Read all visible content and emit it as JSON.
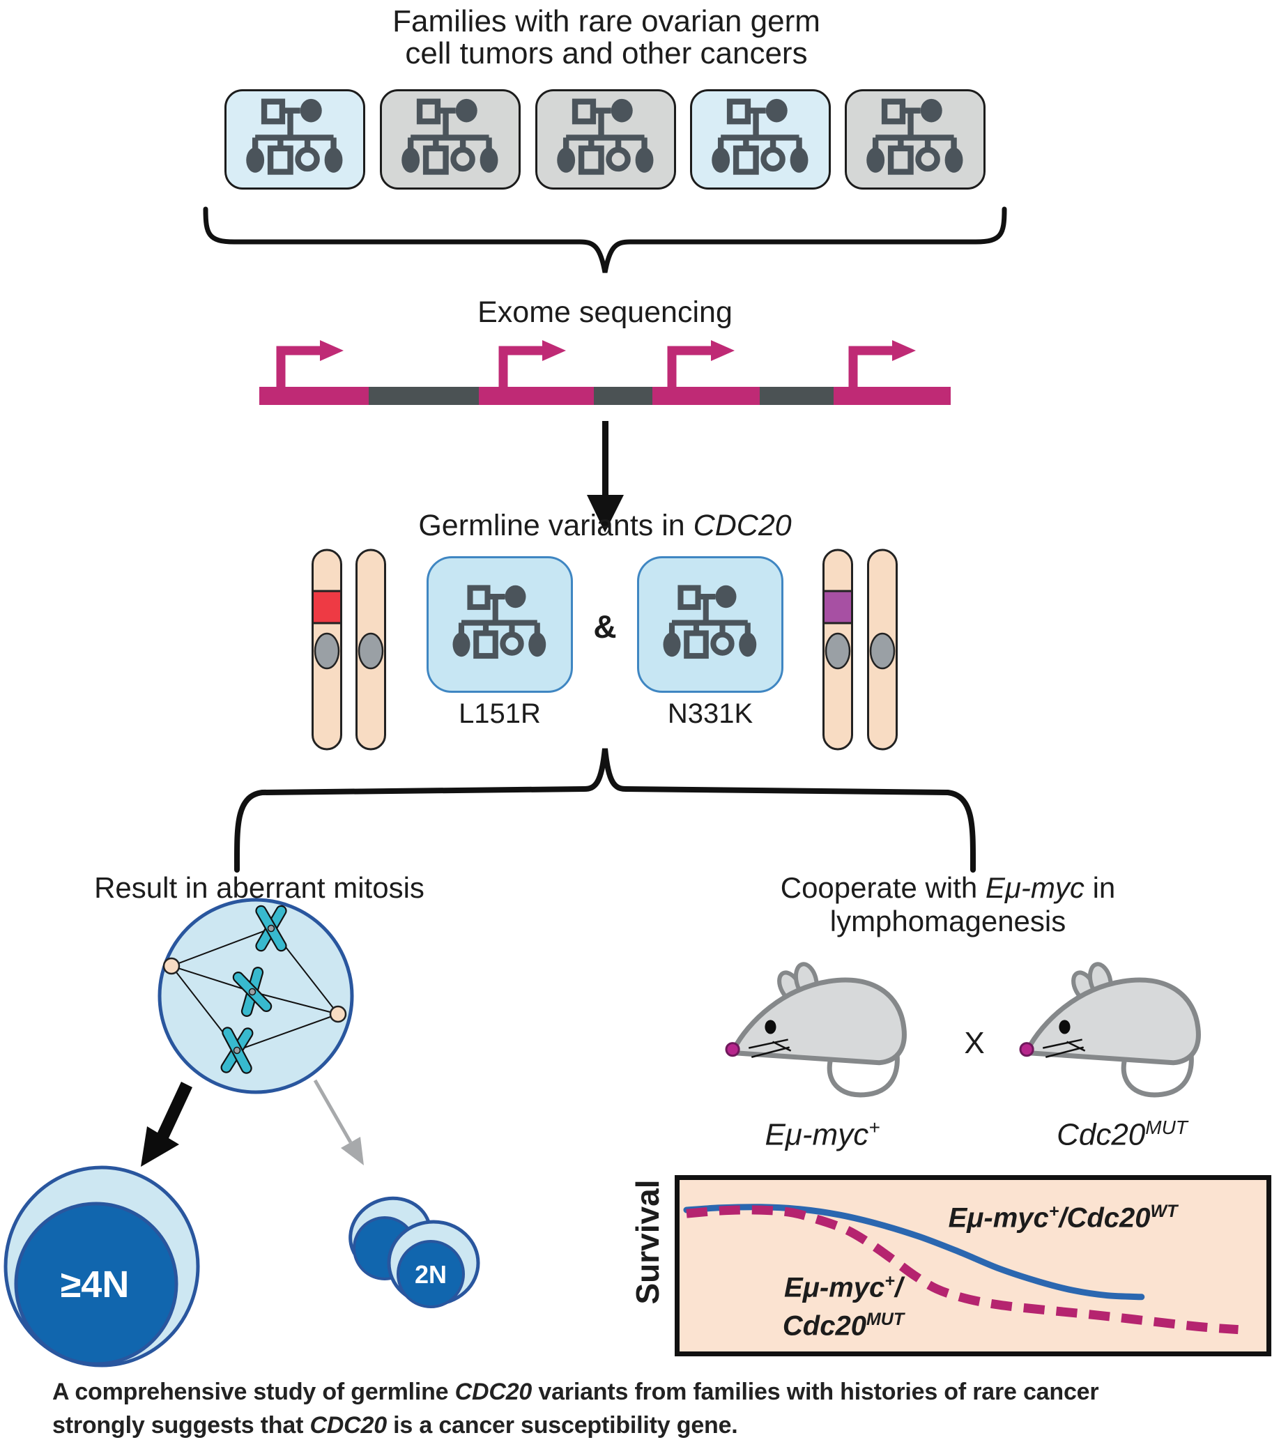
{
  "colors": {
    "pedigree_box_blue": "#d9edf6",
    "pedigree_box_gray": "#d5d7d6",
    "pedigree_glyph": "#4b545b",
    "exome_magenta": "#bf2a75",
    "exome_intron_gray": "#4b5254",
    "chromosome_peach": "#f8dcc3",
    "centromere_gray": "#9aa0a5",
    "variant_band_red": "#ee3a44",
    "variant_band_purple": "#a750a3",
    "variant_box_blue": "#c7e6f3",
    "variant_box_border": "#3f86c2",
    "cell_cytoplasm_blue": "#cde7f2",
    "cell_border_blue": "#29569e",
    "nucleus_dark_blue": "#1166ae",
    "chromosome_teal": "#38b9ce",
    "mouse_gray": "#d7d9da",
    "mouse_outline": "#85888a",
    "mouse_nose_magenta": "#b7268c",
    "survival_box_peach": "#fbe3d1",
    "wt_curve_blue": "#2b67b0",
    "mut_curve_magenta": "#b5246f"
  },
  "header": {
    "title_line1": "Families with rare ovarian germ",
    "title_line2": "cell tumors and other cancers"
  },
  "exome": {
    "label": "Exome sequencing"
  },
  "germline": {
    "title_prefix": "Germline variants in ",
    "title_gene": "CDC20",
    "ampersand": "&",
    "variant_left": "L151R",
    "variant_right": "N331K"
  },
  "left_branch": {
    "title": "Result in aberrant mitosis",
    "large_cell_label": "≥4N",
    "small_cell_label": "2N"
  },
  "right_branch": {
    "title_prefix": "Cooperate with ",
    "title_gene": "Eμ-myc",
    "title_suffix": " in",
    "title_line2": "lymphomagenesis",
    "cross_symbol": "X",
    "mouse1_label_base": "Eμ-myc",
    "mouse1_label_sup": "+",
    "mouse2_label_base": "Cdc20",
    "mouse2_label_sup": "MUT"
  },
  "survival_plot": {
    "ylabel": "Survival",
    "wt_label_base1": "Eμ-myc",
    "wt_label_sup1": "+",
    "wt_label_base2": "/Cdc20",
    "wt_label_sup2": "WT",
    "mut_label_base1": "Eμ-myc",
    "mut_label_sup1": "+",
    "mut_label_slash": "/",
    "mut_label_base2": "Cdc20",
    "mut_label_sup2": "MUT"
  },
  "caption": {
    "line1_pre": "A comprehensive study of germline ",
    "line1_gene": "CDC20",
    "line1_post": " variants from families with histories of rare cancer",
    "line2_pre": "strongly suggests that ",
    "line2_gene": "CDC20",
    "line2_post": " is a cancer susceptibility gene."
  },
  "chart_data": {
    "type": "line",
    "title": "Survival of Eμ-myc+ mice with wild-type vs mutant Cdc20 (schematic)",
    "xlabel": "",
    "ylabel": "Survival",
    "x_range_fraction": [
      0,
      1
    ],
    "y_range_fraction": [
      0,
      1
    ],
    "grid": false,
    "legend_position": "inline-annotations",
    "series": [
      {
        "name": "Eμ-myc+/Cdc20WT",
        "style": "solid",
        "color": "#2b67b0",
        "points": [
          [
            0,
            0.88
          ],
          [
            0.06,
            0.895
          ],
          [
            0.13,
            0.9
          ],
          [
            0.2,
            0.885
          ],
          [
            0.27,
            0.845
          ],
          [
            0.34,
            0.78
          ],
          [
            0.41,
            0.695
          ],
          [
            0.48,
            0.59
          ],
          [
            0.55,
            0.475
          ],
          [
            0.62,
            0.385
          ],
          [
            0.68,
            0.325
          ],
          [
            0.74,
            0.29
          ],
          [
            0.8,
            0.28
          ]
        ]
      },
      {
        "name": "Eμ-myc+/Cdc20MUT",
        "style": "dashed",
        "color": "#b5246f",
        "points": [
          [
            0,
            0.855
          ],
          [
            0.06,
            0.875
          ],
          [
            0.12,
            0.88
          ],
          [
            0.18,
            0.865
          ],
          [
            0.23,
            0.815
          ],
          [
            0.28,
            0.745
          ],
          [
            0.32,
            0.655
          ],
          [
            0.36,
            0.545
          ],
          [
            0.4,
            0.43
          ],
          [
            0.44,
            0.335
          ],
          [
            0.49,
            0.27
          ],
          [
            0.55,
            0.225
          ],
          [
            0.63,
            0.19
          ],
          [
            0.72,
            0.155
          ],
          [
            0.81,
            0.115
          ],
          [
            0.9,
            0.075
          ],
          [
            0.97,
            0.055
          ]
        ]
      }
    ]
  }
}
